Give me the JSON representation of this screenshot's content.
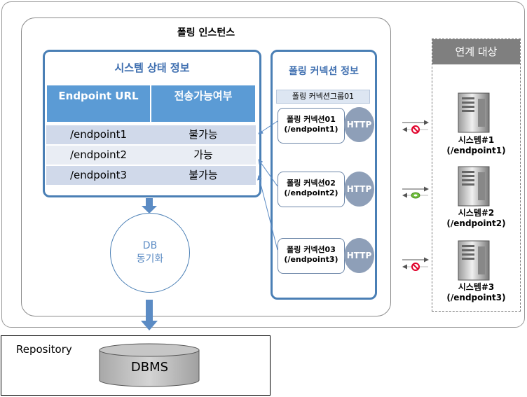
{
  "polling_instance": {
    "title": "폴링 인스턴스"
  },
  "system_status": {
    "title": "시스템 상태 정보",
    "headers": [
      "Endpoint URL",
      "전송가능여부"
    ],
    "rows": [
      {
        "url": "/endpoint1",
        "status": "불가능"
      },
      {
        "url": "/endpoint2",
        "status": "가능"
      },
      {
        "url": "/endpoint3",
        "status": "불가능"
      }
    ]
  },
  "polling_connection": {
    "title": "폴링 커넥션 정보",
    "group": "폴링 커넥션그룹01",
    "connections": [
      {
        "name": "폴링 커넥션01",
        "endpoint": "(/endpoint1)",
        "protocol": "HTTP"
      },
      {
        "name": "폴링 커넥션02",
        "endpoint": "(/endpoint2)",
        "protocol": "HTTP"
      },
      {
        "name": "폴링 커넥션03",
        "endpoint": "(/endpoint3)",
        "protocol": "HTTP"
      }
    ]
  },
  "db_sync": {
    "line1": "DB",
    "line2": "동기화"
  },
  "targets": {
    "header": "연계 대상",
    "systems": [
      {
        "name": "시스템#1",
        "endpoint": "(/endpoint1)",
        "state": "blocked"
      },
      {
        "name": "시스템#2",
        "endpoint": "(/endpoint2)",
        "state": "ok"
      },
      {
        "name": "시스템#3",
        "endpoint": "(/endpoint3)",
        "state": "blocked"
      }
    ]
  },
  "repository": {
    "label": "Repository",
    "dbms": "DBMS"
  },
  "colors": {
    "panel_border": "#4a7fb5",
    "header_fill": "#5b9bd5",
    "http_fill": "#8e9fb8",
    "blocked": "#e0002a",
    "ok": "#6fbf3a"
  }
}
